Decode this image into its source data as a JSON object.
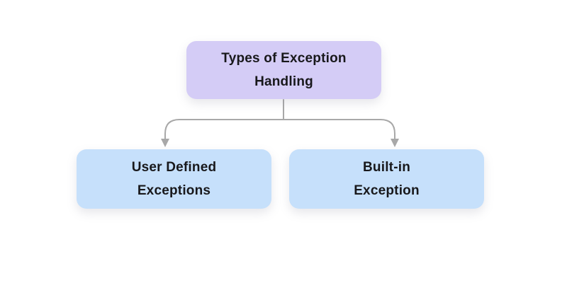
{
  "page": {
    "background": "#ffffff"
  },
  "diagram": {
    "type": "flowchart",
    "title": "Types of Exception Handling",
    "root_node": {
      "id": "types-of-exception-handling",
      "lines": [
        "Types of Exception",
        "Handling"
      ],
      "fill": "#d4ccf6",
      "text_color": "#18181b"
    },
    "child_nodes": [
      {
        "id": "user-defined-exceptions",
        "lines": [
          "User Defined",
          "Exceptions"
        ],
        "fill": "#c6e0fb",
        "text_color": "#18181b"
      },
      {
        "id": "built-in-exception",
        "lines": [
          "Built-in",
          "Exception"
        ],
        "fill": "#c6e0fb",
        "text_color": "#18181b"
      }
    ],
    "connector": {
      "color": "#a8a8a8",
      "stroke_width": "2"
    }
  }
}
